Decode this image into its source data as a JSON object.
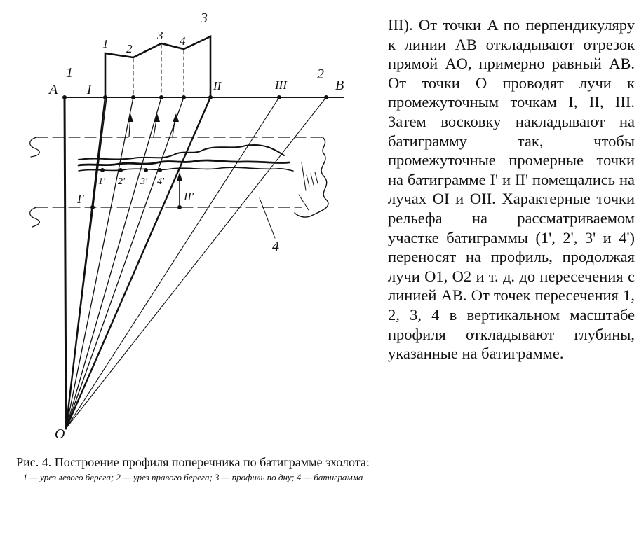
{
  "figure": {
    "point_labels": {
      "A": "A",
      "B": "B",
      "O": "O",
      "I": "I",
      "II": "II",
      "III": "III",
      "I_prime": "I'",
      "II_prime": "II'"
    },
    "legend_numbers": {
      "n1_top": "1",
      "n2_top": "2",
      "n3_top": "3",
      "n1_profile": "1",
      "n2_profile": "2",
      "n3_profile": "3",
      "n4_profile": "4",
      "n4_batigram": "4"
    },
    "batigram_points": [
      "1'",
      "2'",
      "3'",
      "4'"
    ]
  },
  "caption": {
    "main": "Рис. 4. Построение профиля поперечника по батиграмме эхолота:",
    "legend": "1 — урез левого берега; 2 — урез правого берега; 3 — профиль по дну; 4 — батиграмма"
  },
  "body_text": "III). От точки A по перпендикуляру к линии AB откладывают отрезок прямой AO, примерно равный AB. От точки O проводят лучи к промежуточным точкам I, II, III. Затем восковку накладывают на батиграмму так, чтобы промежуточные промерные точки на батиграмме I' и II' помещались на лучах OI и OII. Характерные точки рельефа на рассматриваемом участке батиграммы (1', 2', 3' и 4') переносят на профиль, продолжая лучи O1, O2 и т. д. до пересечения с линией AB. От точек пересечения 1, 2, 3, 4 в вертикальном масштабе профиля откладывают глубины, указанные на батиграмме."
}
